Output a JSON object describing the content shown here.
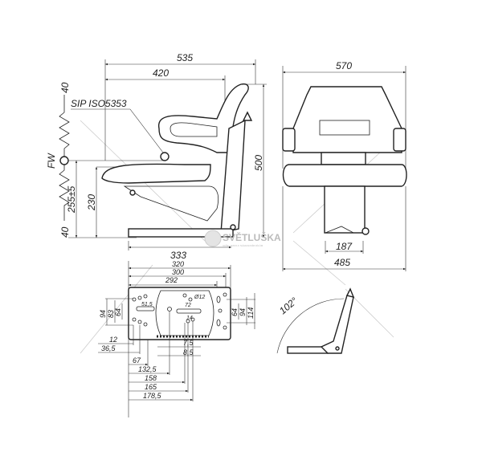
{
  "side_view": {
    "dim_overall_length": "535",
    "dim_backrest_depth": "420",
    "dim_height": "500",
    "dim_base": "333",
    "dim_seat_height": "230",
    "dim_sip_height": "255±5",
    "suspension_up": "40",
    "suspension_down": "40",
    "suspension_label": "FW",
    "sip_label": "SIP ISO5353"
  },
  "front_view": {
    "dim_width": "570",
    "dim_base_width": "187",
    "dim_seat_width": "485"
  },
  "base_plate": {
    "dim_top": [
      "320",
      "300",
      "292"
    ],
    "dim_right": [
      "64",
      "94",
      "114"
    ],
    "dim_left": [
      "94",
      "83",
      "64"
    ],
    "inner_labels": [
      "51,5",
      "Ø12",
      "72",
      "14"
    ],
    "dim_bottom": [
      "12",
      "36,5",
      "7,5",
      "8,5",
      "67",
      "132,5",
      "158",
      "165",
      "178,5"
    ]
  },
  "recline_view": {
    "angle": "102°"
  },
  "watermark": {
    "brand": "SVĚTLUŠKA",
    "tagline": "VAŠE CESTA K NÁHRADNÍM DÍLŮM"
  }
}
